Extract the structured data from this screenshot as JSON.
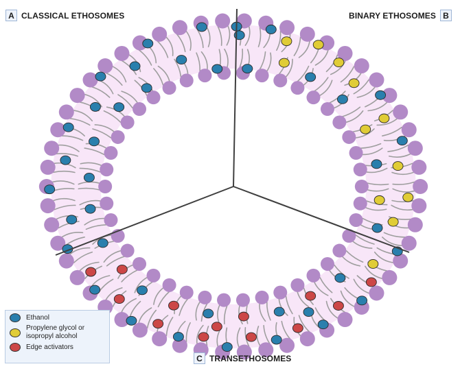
{
  "labels": {
    "a_letter": "A",
    "a_title": "CLASSICAL ETHOSOMES",
    "b_letter": "B",
    "b_title": "BINARY ETHOSOMES",
    "c_letter": "C",
    "c_title": "TRANSETHOSOMES"
  },
  "legend": {
    "ethanol": "Ethanol",
    "glycol_line1": "Propylene glycol  or",
    "glycol_line2": "isopropyl alcohol",
    "edge": "Edge activators"
  },
  "colors": {
    "head": "#b28ac7",
    "core": "#f8e6f8",
    "tail": "#9e9e9e",
    "ethanol": "#2a7fad",
    "glycol": "#e0cc36",
    "edge": "#cc4747",
    "divider": "#3f3f3f"
  }
}
